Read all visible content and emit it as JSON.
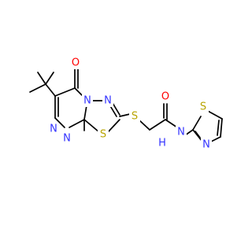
{
  "molecule": {
    "colors": {
      "bond": "#000000",
      "carbon": "#000000",
      "nitrogen": "#3333ff",
      "oxygen": "#ff0000",
      "sulfur": "#b8a400",
      "background": "#ffffff"
    },
    "atom_labels": {
      "oxygen_carbonyl_ring": "O",
      "nitrogen_triazine_bottom_left": "N",
      "nitrogen_triazine_bottom": "N",
      "nitrogen_bridgehead": "N",
      "nitrogen_thiadiazole": "N",
      "sulfur_thiadiazole": "S",
      "sulfur_thioether": "S",
      "oxygen_amide": "O",
      "nitrogen_amide": "N",
      "hydrogen_amide": "H",
      "sulfur_thiazole": "S",
      "nitrogen_thiazole": "N"
    }
  }
}
